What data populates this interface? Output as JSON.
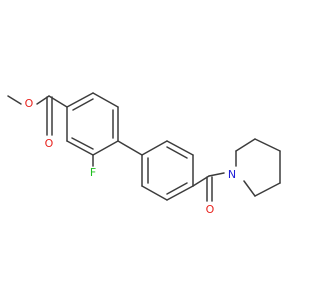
{
  "molecule": {
    "atoms": {
      "ester_o_methyl": "O",
      "ester_o_carbonyl": "O",
      "fluorine": "F",
      "amide_o": "O",
      "amide_n": "N"
    },
    "colors": {
      "oxygen": "#e8231e",
      "nitrogen": "#1e1ed8",
      "fluorine": "#1ebf1e",
      "bond": "#3c3c3c"
    }
  }
}
